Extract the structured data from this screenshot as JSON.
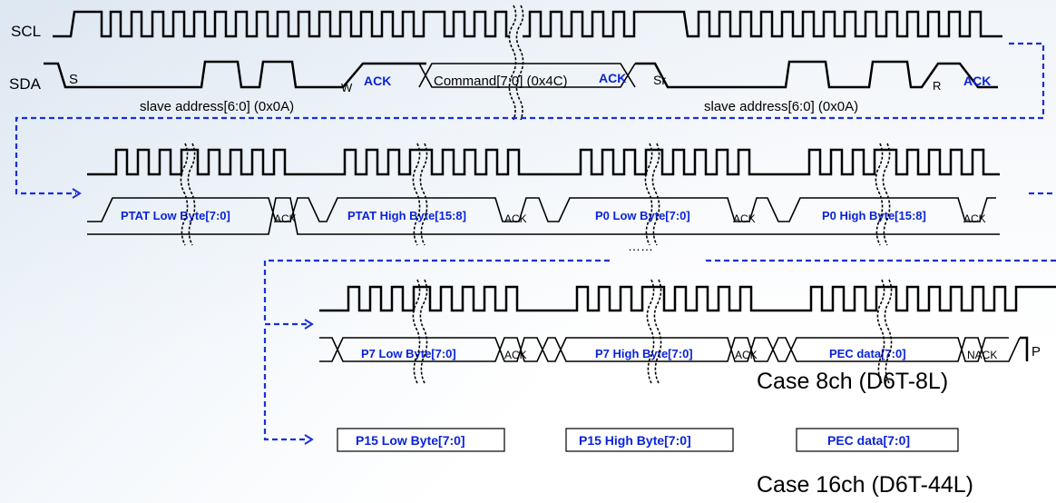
{
  "signals": {
    "scl": "SCL",
    "sda": "SDA"
  },
  "row1": {
    "start": "S",
    "write_bit": "W",
    "ack1": "ACK",
    "command": "Command[7:0] (0x4C)",
    "ack2": "ACK",
    "repeated_start": "Sr",
    "read_bit": "R",
    "ack3": "ACK",
    "slave_addr_1": "slave address[6:0] (0x0A)",
    "slave_addr_2": "slave address[6:0] (0x0A)"
  },
  "row2": {
    "fields": [
      "PTAT Low Byte[7:0]",
      "PTAT High Byte[15:8]",
      "P0 Low Byte[7:0]",
      "P0 High Byte[15:8]"
    ],
    "ack": "ACK"
  },
  "ellipsis": "……",
  "row3": {
    "fields": [
      "P7 Low Byte[7:0]",
      "P7 High Byte[7:0]",
      "PEC data[7:0]"
    ],
    "ack": "ACK",
    "nack": "NACK",
    "stop": "P",
    "case_label": "Case 8ch (D6T-8L)"
  },
  "row4": {
    "fields": [
      "P15 Low Byte[7:0]",
      "P15 High Byte[7:0]",
      "PEC data[7:0]"
    ],
    "case_label": "Case 16ch (D6T-44L)"
  },
  "colors": {
    "blue": "#0a23d8",
    "dash": "#1a2fd6"
  }
}
